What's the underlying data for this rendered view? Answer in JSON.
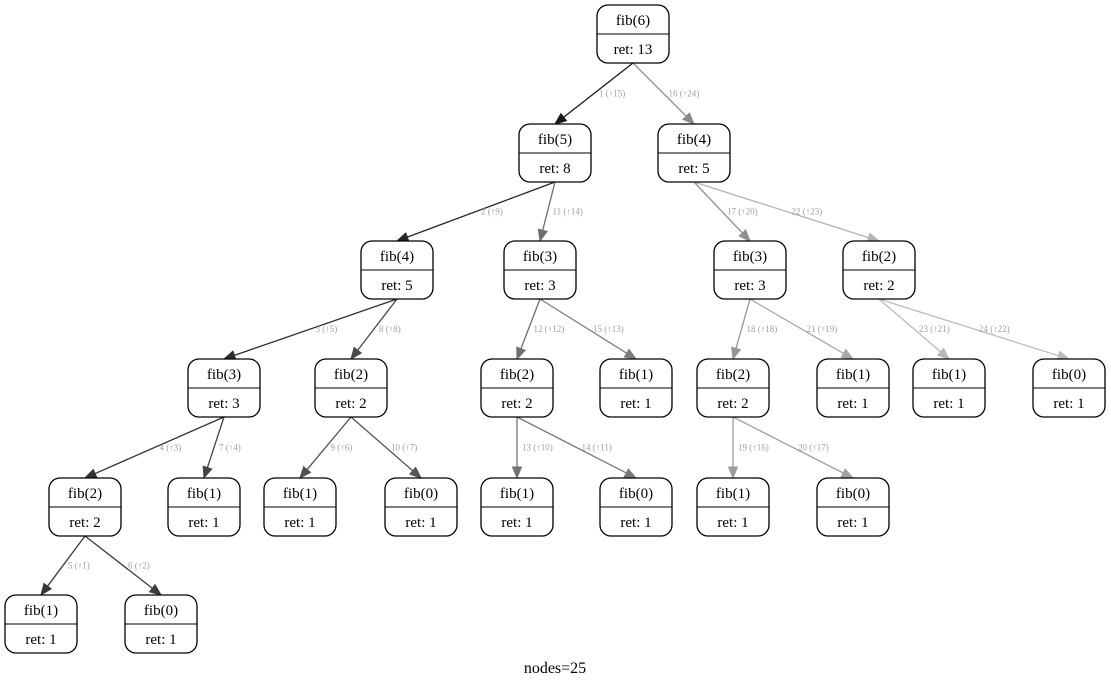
{
  "graph": {
    "caption": "nodes=25",
    "nodes": [
      {
        "id": "n6",
        "call": "fib(6)",
        "ret": "ret: 13"
      },
      {
        "id": "n5",
        "call": "fib(5)",
        "ret": "ret: 8"
      },
      {
        "id": "n4b",
        "call": "fib(4)",
        "ret": "ret: 5"
      },
      {
        "id": "n4a",
        "call": "fib(4)",
        "ret": "ret: 5"
      },
      {
        "id": "n3a",
        "call": "fib(3)",
        "ret": "ret: 3"
      },
      {
        "id": "n3c",
        "call": "fib(3)",
        "ret": "ret: 3"
      },
      {
        "id": "n2d",
        "call": "fib(2)",
        "ret": "ret: 2"
      },
      {
        "id": "n3b",
        "call": "fib(3)",
        "ret": "ret: 3"
      },
      {
        "id": "n2b",
        "call": "fib(2)",
        "ret": "ret: 2"
      },
      {
        "id": "n2c",
        "call": "fib(2)",
        "ret": "ret: 2"
      },
      {
        "id": "n1e",
        "call": "fib(1)",
        "ret": "ret: 1"
      },
      {
        "id": "n2e",
        "call": "fib(2)",
        "ret": "ret: 2"
      },
      {
        "id": "n1g",
        "call": "fib(1)",
        "ret": "ret: 1"
      },
      {
        "id": "n1h",
        "call": "fib(1)",
        "ret": "ret: 1"
      },
      {
        "id": "n0f",
        "call": "fib(0)",
        "ret": "ret: 1"
      },
      {
        "id": "n2a",
        "call": "fib(2)",
        "ret": "ret: 2"
      },
      {
        "id": "n1b",
        "call": "fib(1)",
        "ret": "ret: 1"
      },
      {
        "id": "n1c",
        "call": "fib(1)",
        "ret": "ret: 1"
      },
      {
        "id": "n0c",
        "call": "fib(0)",
        "ret": "ret: 1"
      },
      {
        "id": "n1d",
        "call": "fib(1)",
        "ret": "ret: 1"
      },
      {
        "id": "n0d",
        "call": "fib(0)",
        "ret": "ret: 1"
      },
      {
        "id": "n1f",
        "call": "fib(1)",
        "ret": "ret: 1"
      },
      {
        "id": "n0e",
        "call": "fib(0)",
        "ret": "ret: 1"
      },
      {
        "id": "n1a",
        "call": "fib(1)",
        "ret": "ret: 1"
      },
      {
        "id": "n0a",
        "call": "fib(0)",
        "ret": "ret: 1"
      }
    ],
    "edges": [
      {
        "from": "n6",
        "to": "n5",
        "label": "1 (↑15)",
        "color": "#1a1a1a"
      },
      {
        "from": "n6",
        "to": "n4b",
        "label": "16 (↑24)",
        "color": "#8a8a8a"
      },
      {
        "from": "n5",
        "to": "n4a",
        "label": "2 (↑9)",
        "color": "#262626"
      },
      {
        "from": "n5",
        "to": "n3c",
        "label": "11 (↑14)",
        "color": "#6e6e6e"
      },
      {
        "from": "n4b",
        "to": "n3b",
        "label": "17 (↑20)",
        "color": "#909090"
      },
      {
        "from": "n4b",
        "to": "n2d",
        "label": "22 (↑23)",
        "color": "#b4b4b4"
      },
      {
        "from": "n4a",
        "to": "n3a",
        "label": "3 (↑5)",
        "color": "#2e2e2e"
      },
      {
        "from": "n4a",
        "to": "n2b",
        "label": "8 (↑8)",
        "color": "#4a4a4a"
      },
      {
        "from": "n3c",
        "to": "n2c",
        "label": "12 (↑12)",
        "color": "#707070"
      },
      {
        "from": "n3c",
        "to": "n1e",
        "label": "15 (↑13)",
        "color": "#7e7e7e"
      },
      {
        "from": "n3b",
        "to": "n2e",
        "label": "18 (↑18)",
        "color": "#969696"
      },
      {
        "from": "n3b",
        "to": "n1g",
        "label": "21 (↑19)",
        "color": "#a8a8a8"
      },
      {
        "from": "n2d",
        "to": "n1h",
        "label": "23 (↑21)",
        "color": "#b8b8b8"
      },
      {
        "from": "n2d",
        "to": "n0f",
        "label": "24 (↑22)",
        "color": "#bcbcbc"
      },
      {
        "from": "n3a",
        "to": "n2a",
        "label": "4 (↑3)",
        "color": "#333333"
      },
      {
        "from": "n3a",
        "to": "n1b",
        "label": "7 (↑4)",
        "color": "#444444"
      },
      {
        "from": "n2b",
        "to": "n1c",
        "label": "9 (↑6)",
        "color": "#505050"
      },
      {
        "from": "n2b",
        "to": "n0c",
        "label": "10 (↑7)",
        "color": "#565656"
      },
      {
        "from": "n2c",
        "to": "n1d",
        "label": "13 (↑10)",
        "color": "#747474"
      },
      {
        "from": "n2c",
        "to": "n0d",
        "label": "14 (↑11)",
        "color": "#7a7a7a"
      },
      {
        "from": "n2e",
        "to": "n1f",
        "label": "19 (↑16)",
        "color": "#9c9c9c"
      },
      {
        "from": "n2e",
        "to": "n0e",
        "label": "20 (↑17)",
        "color": "#a2a2a2"
      },
      {
        "from": "n2a",
        "to": "n1a",
        "label": "5 (↑1)",
        "color": "#383838"
      },
      {
        "from": "n2a",
        "to": "n0a",
        "label": "6 (↑2)",
        "color": "#3c3c3c"
      }
    ],
    "edge_label_color": "#a0a0a0"
  }
}
